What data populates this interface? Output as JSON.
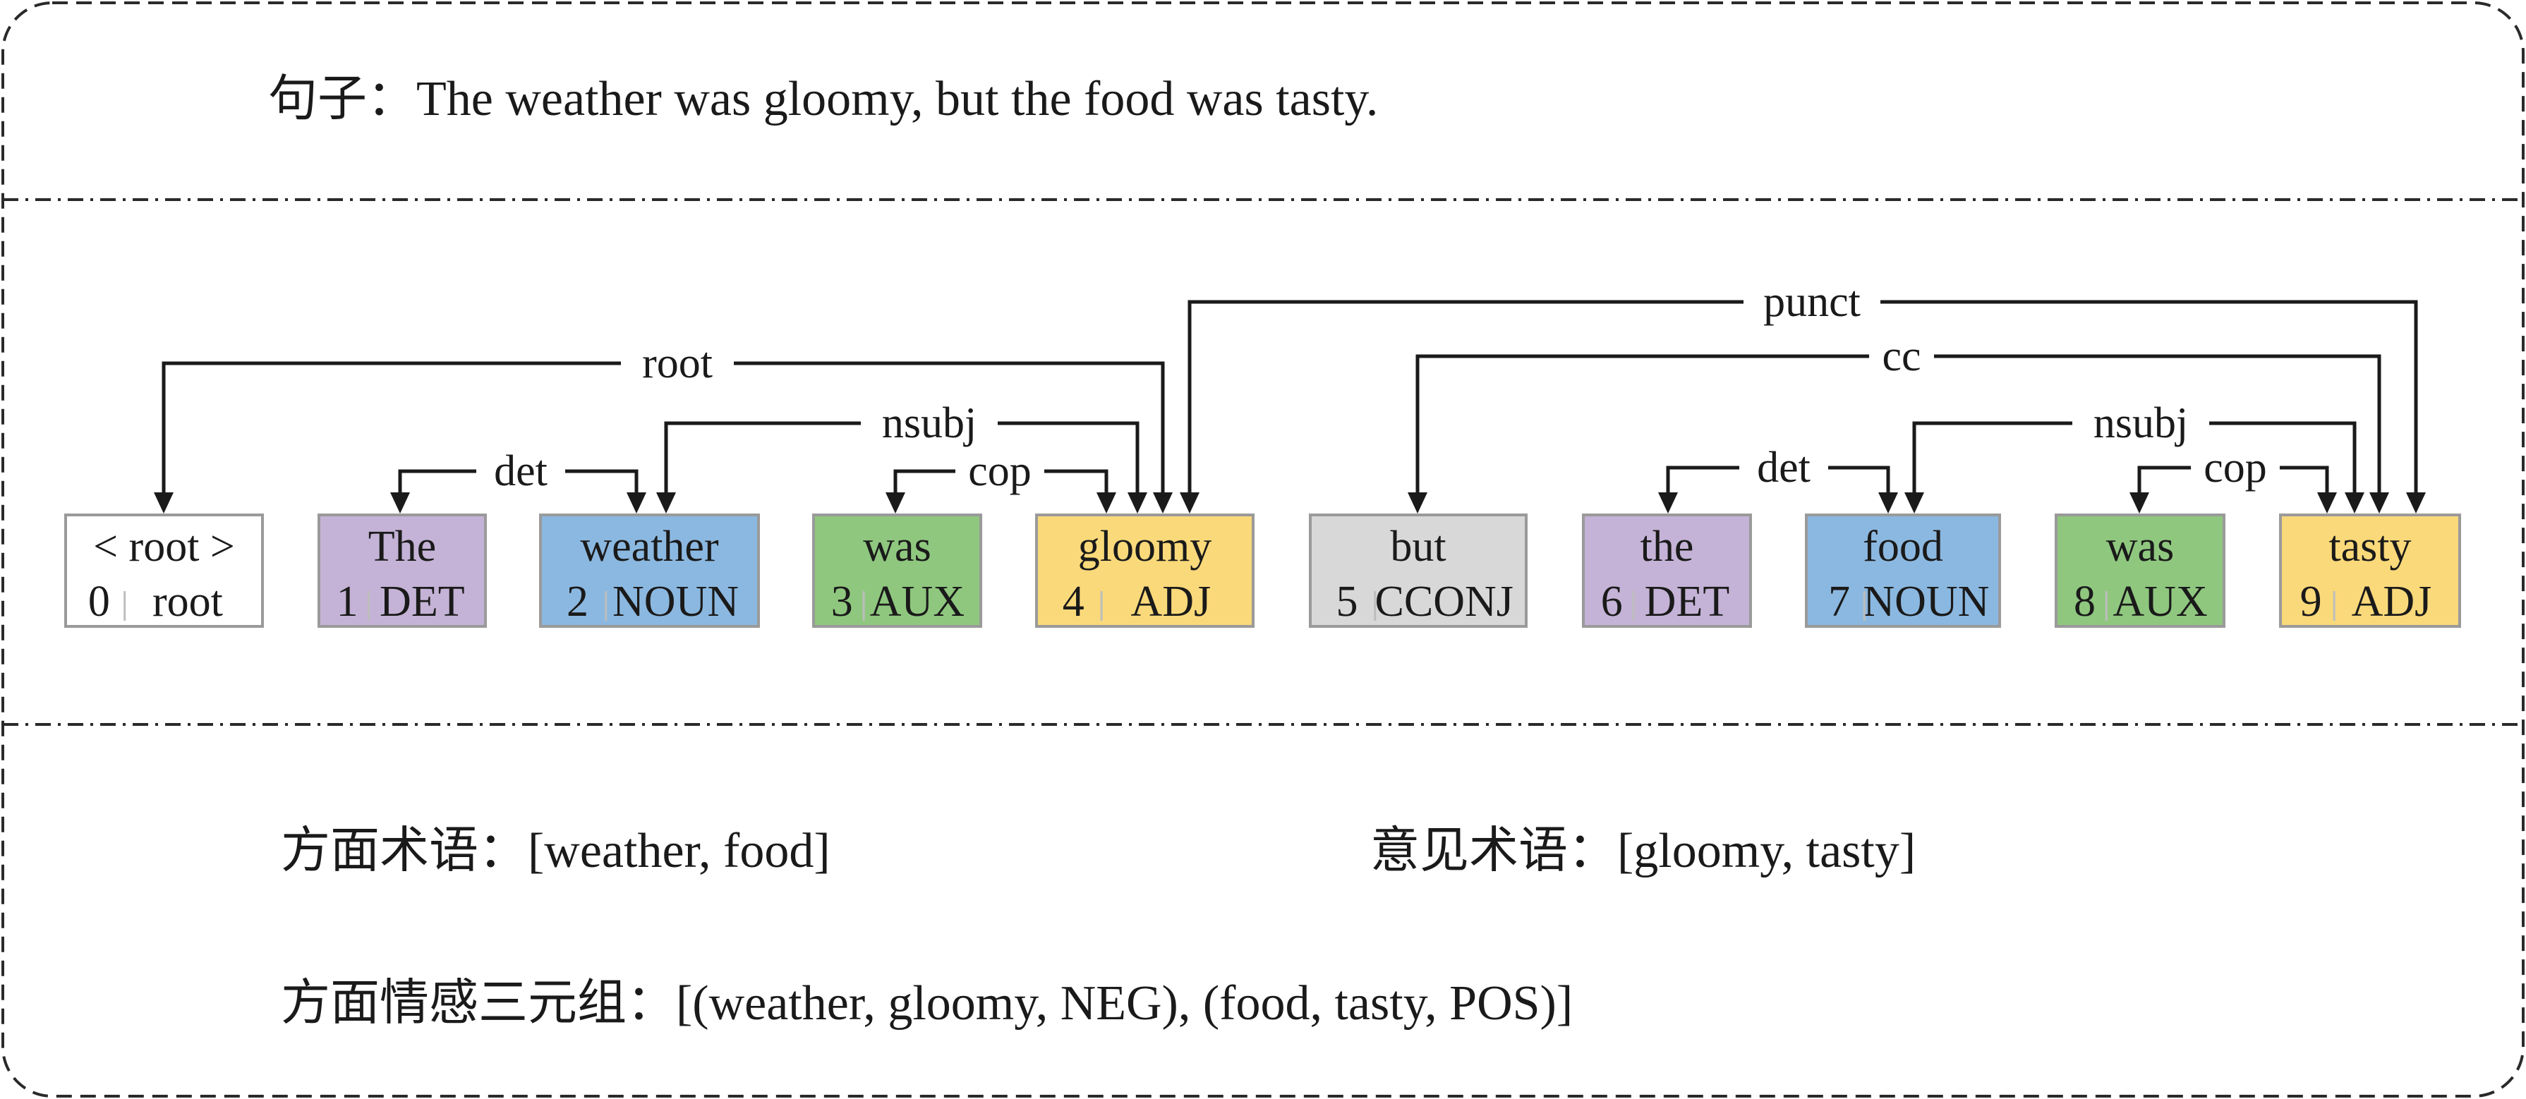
{
  "sentence": {
    "label": "句子：",
    "text": "The weather was gloomy, but the food was tasty."
  },
  "tokens": [
    {
      "word": "< root >",
      "index": "0",
      "tag": "root",
      "color": "#ffffff"
    },
    {
      "word": "The",
      "index": "1",
      "tag": "DET",
      "color": "#c4b3d6"
    },
    {
      "word": "weather",
      "index": "2",
      "tag": "NOUN",
      "color": "#8bb8e0"
    },
    {
      "word": "was",
      "index": "3",
      "tag": "AUX",
      "color": "#8fc77f"
    },
    {
      "word": "gloomy",
      "index": "4",
      "tag": "ADJ",
      "color": "#fad97a"
    },
    {
      "word": "but",
      "index": "5",
      "tag": "CCONJ",
      "color": "#d8d8d8"
    },
    {
      "word": "the",
      "index": "6",
      "tag": "DET",
      "color": "#c4b3d6"
    },
    {
      "word": "food",
      "index": "7",
      "tag": "NOUN",
      "color": "#8bb8e0"
    },
    {
      "word": "was",
      "index": "8",
      "tag": "AUX",
      "color": "#8fc77f"
    },
    {
      "word": "tasty",
      "index": "9",
      "tag": "ADJ",
      "color": "#fad97a"
    }
  ],
  "arcs": [
    {
      "label": "root",
      "head": 4,
      "dep": 0
    },
    {
      "label": "nsubj",
      "head": 4,
      "dep": 2
    },
    {
      "label": "det",
      "head": 2,
      "dep": 1
    },
    {
      "label": "cop",
      "head": 4,
      "dep": 3
    },
    {
      "label": "punct",
      "head": 4,
      "dep": 9
    },
    {
      "label": "cc",
      "head": 9,
      "dep": 5
    },
    {
      "label": "nsubj",
      "head": 9,
      "dep": 7
    },
    {
      "label": "det",
      "head": 7,
      "dep": 6
    },
    {
      "label": "cop",
      "head": 9,
      "dep": 8
    }
  ],
  "aspect_terms": {
    "label": "方面术语：",
    "value": "[weather, food]"
  },
  "opinion_terms": {
    "label": "意见术语：",
    "value": "[gloomy, tasty]"
  },
  "triplets": {
    "label": "方面情感三元组：",
    "value": "[(weather, gloomy, NEG), (food, tasty, POS)]"
  }
}
